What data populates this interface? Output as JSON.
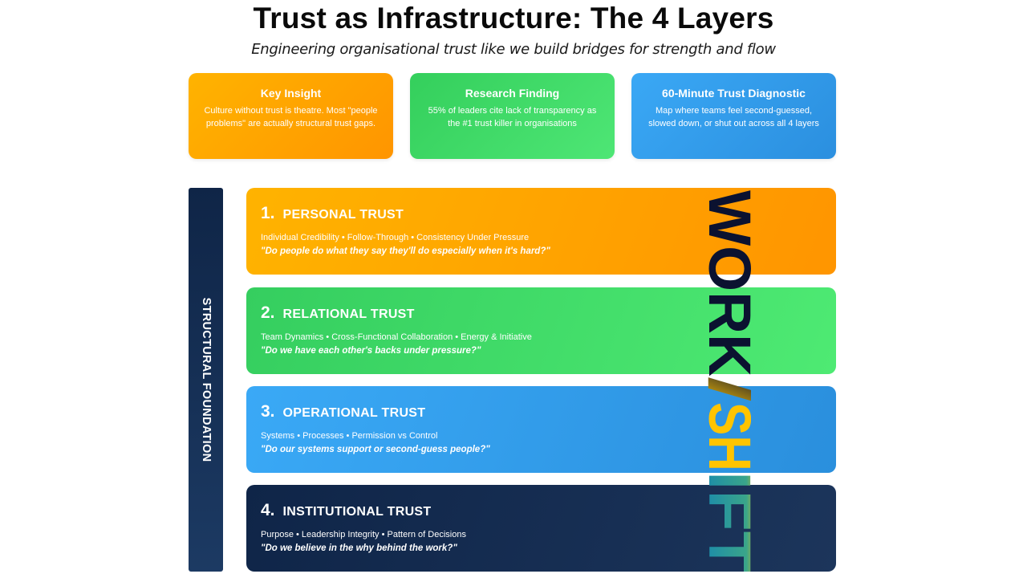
{
  "header": {
    "title": "Trust as Infrastructure: The 4 Layers",
    "subtitle": "Engineering organisational trust like we build bridges for strength and flow"
  },
  "cards": [
    {
      "title": "Key Insight",
      "body": "Culture without trust is theatre. Most \"people problems\" are actually structural trust gaps.",
      "color": "#ffa500"
    },
    {
      "title": "Research Finding",
      "body": "55% of leaders cite lack of transparency as the #1 trust killer in organisations",
      "color": "#3fdb68"
    },
    {
      "title": "60-Minute Trust Diagnostic",
      "body": "Map where teams feel second-guessed, slowed down, or shut out across all 4 layers",
      "color": "#339ce9"
    }
  ],
  "foundation": {
    "label": "STRUCTURAL FOUNDATION",
    "color": "#13294d"
  },
  "layers": [
    {
      "number": "1.",
      "name": "PERSONAL TRUST",
      "tags": "Individual Credibility • Follow-Through • Consistency Under Pressure",
      "quote": "\"Do people do what they say they'll do especially when it's hard?\"",
      "color": "#ffa300"
    },
    {
      "number": "2.",
      "name": "RELATIONAL TRUST",
      "tags": "Team Dynamics • Cross-Functional Collaboration • Energy & Initiative",
      "quote": "\"Do we have each other's backs under pressure?\"",
      "color": "#42dc6a"
    },
    {
      "number": "3.",
      "name": "OPERATIONAL TRUST",
      "tags": "Systems • Processes • Permission vs Control",
      "quote": "\"Do our systems support or second-guess people?\"",
      "color": "#329ceb"
    },
    {
      "number": "4.",
      "name": "INSTITUTIONAL TRUST",
      "tags": "Purpose • Leadership Integrity • Pattern of Decisions",
      "quote": "\"Do we believe in the why behind the work?\"",
      "color": "#152c51"
    }
  ],
  "watermark": {
    "text_dark": "WORK",
    "slash": "/",
    "text_light": "SHIFT",
    "dark_color": "#0b1230",
    "yellow_color": "#ffc400",
    "teal_color": "#1c8fb0"
  }
}
